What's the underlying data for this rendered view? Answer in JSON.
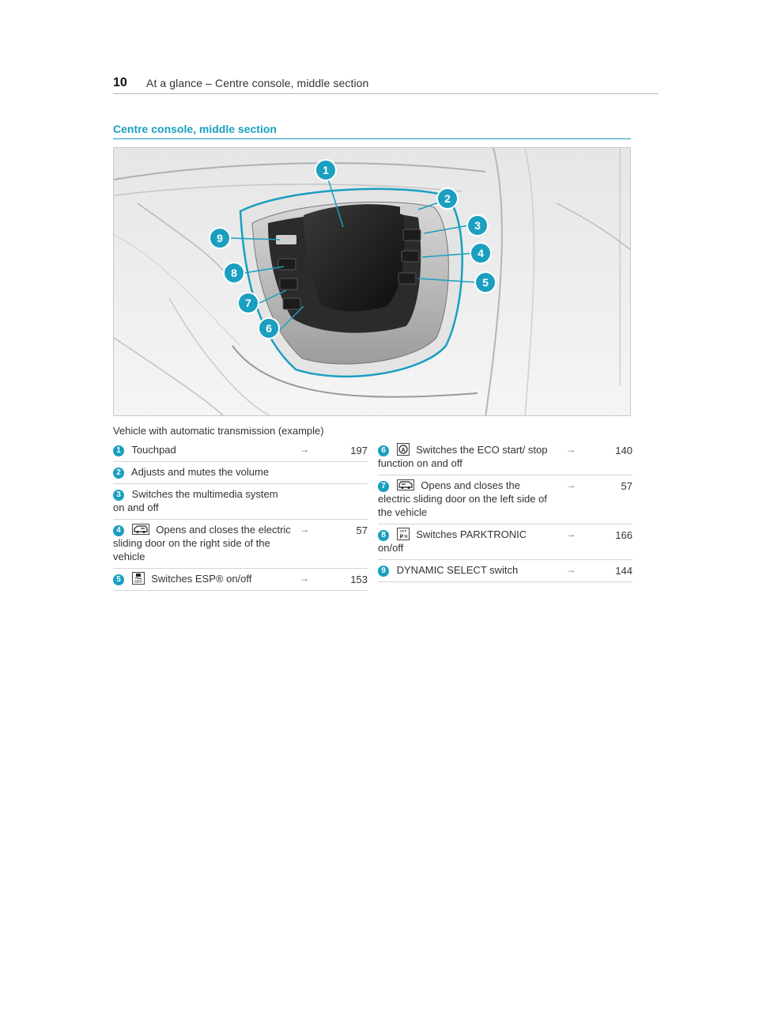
{
  "header": {
    "page_number": "10",
    "title": "At a glance – Centre console, middle section"
  },
  "section_title": "Centre console, middle section",
  "figure": {
    "alt_icon": "centre-console-photo",
    "callouts": [
      "1",
      "2",
      "3",
      "4",
      "5",
      "6",
      "7",
      "8",
      "9"
    ],
    "colors": {
      "callout": "#1a9fc0",
      "outline": "#1a9fc0"
    }
  },
  "caption": "Vehicle with automatic transmission (example)",
  "arrow_glyph": "→",
  "entries_left": [
    {
      "num": "1",
      "icon": "",
      "text": "Touchpad",
      "page": "197"
    },
    {
      "num": "2",
      "icon": "",
      "text": "Adjusts and mutes the volume",
      "page": ""
    },
    {
      "num": "3",
      "icon": "",
      "text": "Switches the multimedia system on and off",
      "page": ""
    },
    {
      "num": "4",
      "icon": "sliding-door-right-icon",
      "text": "Opens and closes the electric sliding door on the right side of the vehicle",
      "page": "57"
    },
    {
      "num": "5",
      "icon": "esp-off-icon",
      "text": "Switches ESP® on/off",
      "page": "153"
    }
  ],
  "entries_right": [
    {
      "num": "6",
      "icon": "eco-start-stop-icon",
      "text": "Switches the ECO start/ stop function on and off",
      "page": "140"
    },
    {
      "num": "7",
      "icon": "sliding-door-left-icon",
      "text": "Opens and closes the electric sliding door on the left side of the vehicle",
      "page": "57"
    },
    {
      "num": "8",
      "icon": "parktronic-off-icon",
      "text": "Switches PARKTRONIC on/off",
      "page": "166"
    },
    {
      "num": "9",
      "icon": "",
      "text": "DYNAMIC SELECT switch",
      "page": "144"
    }
  ]
}
